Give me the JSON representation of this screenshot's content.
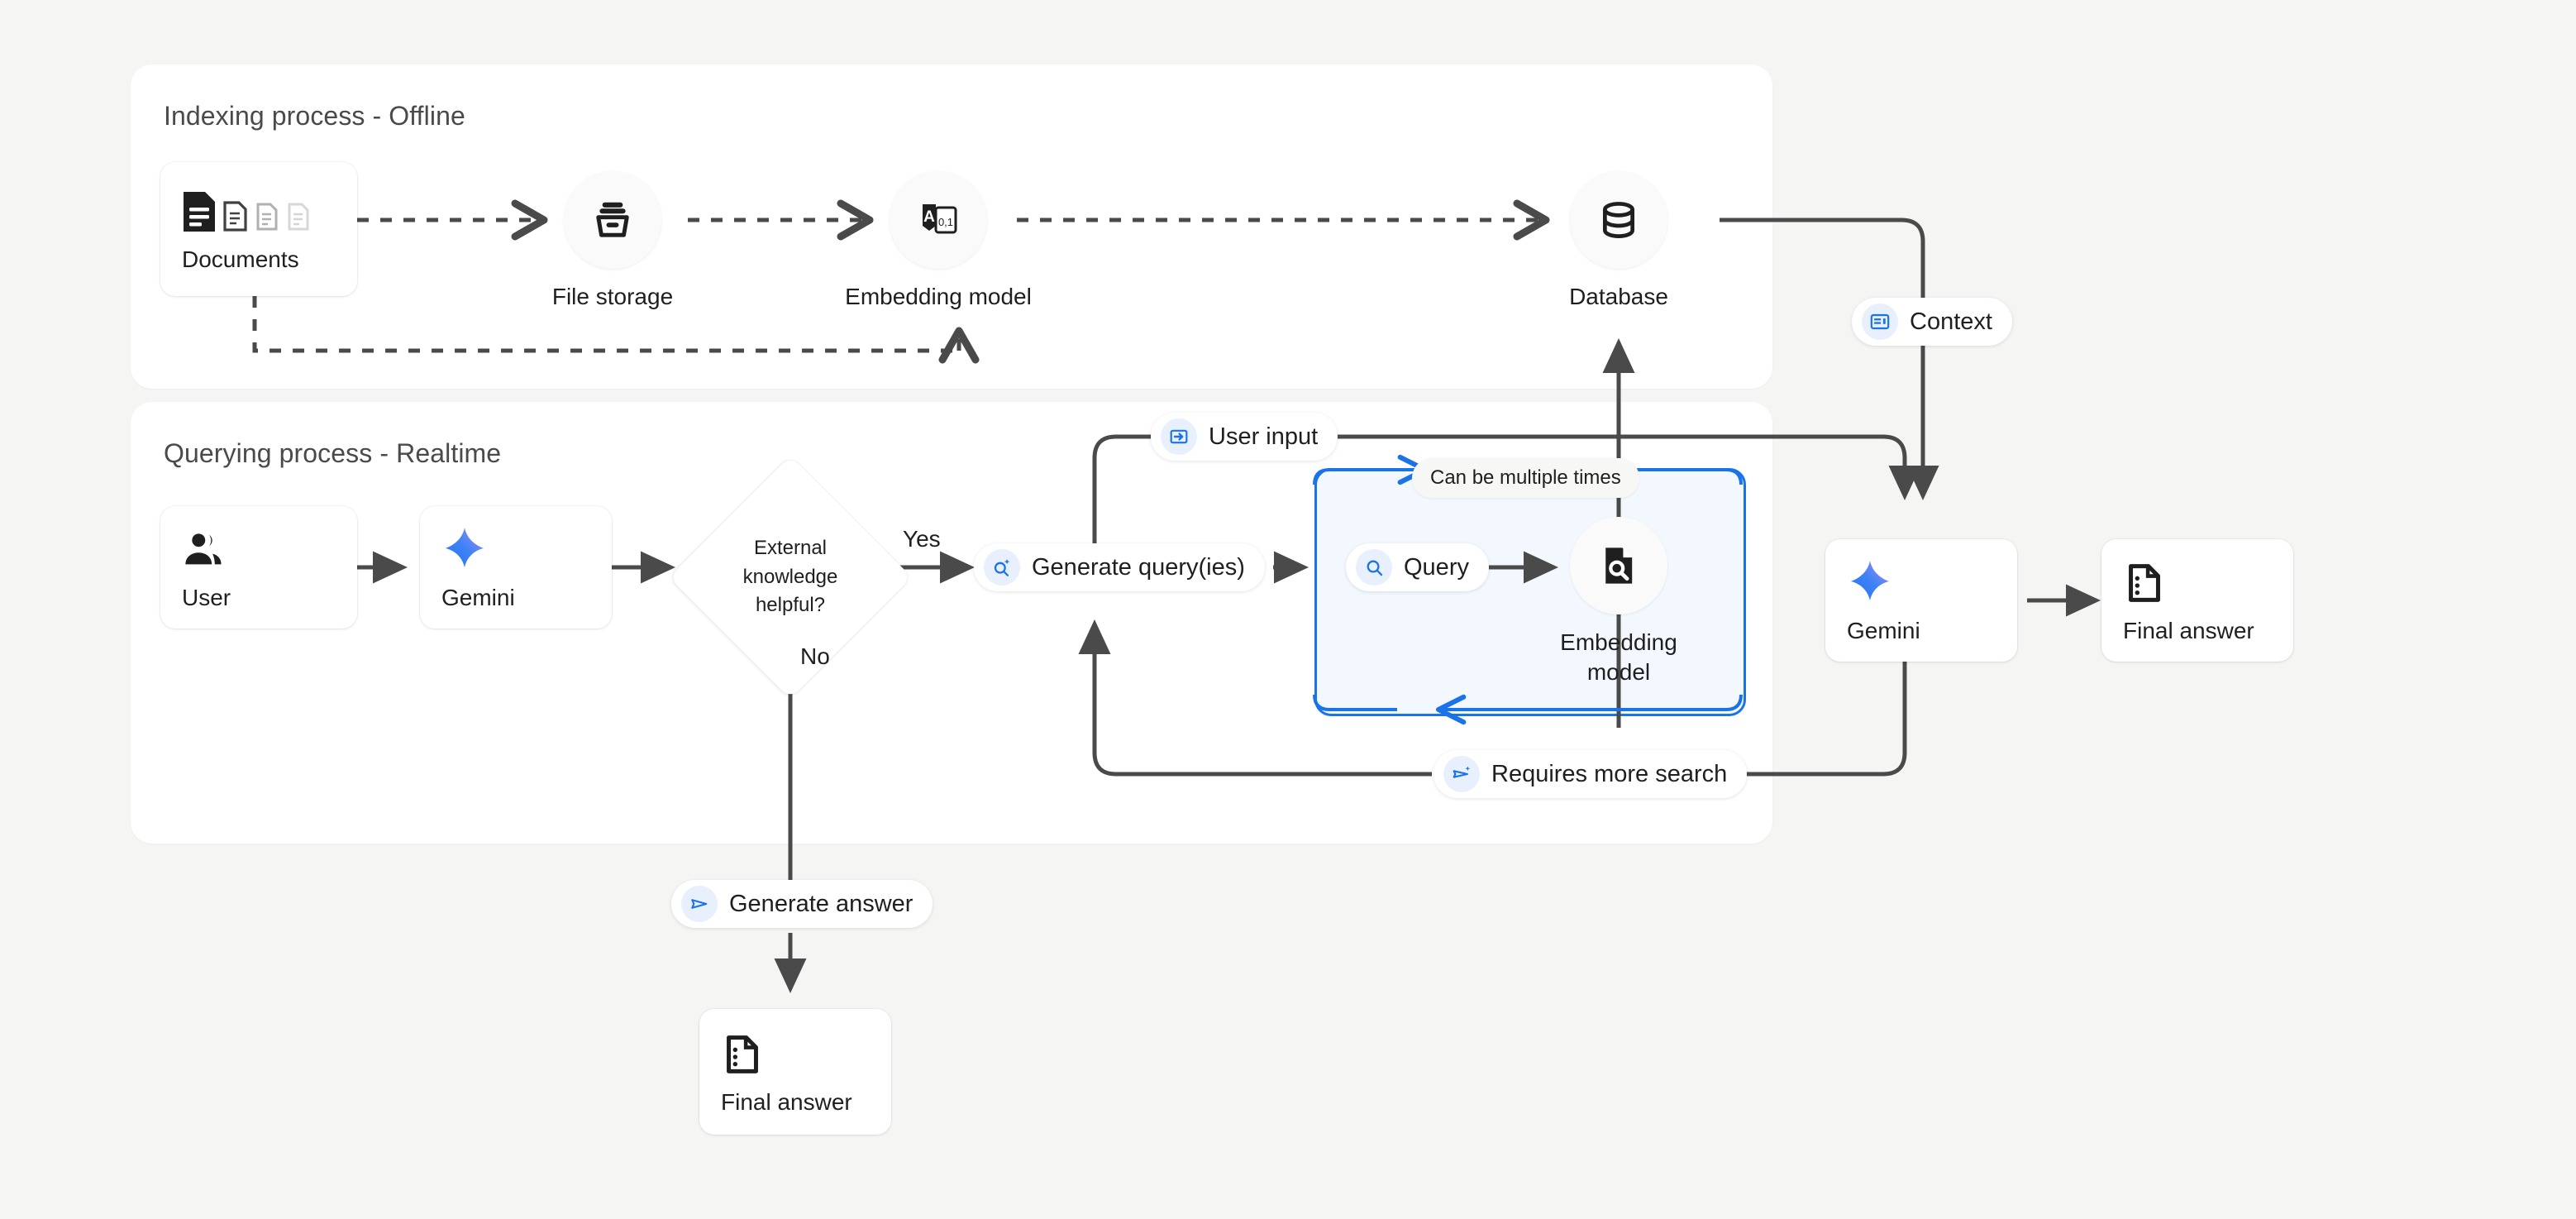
{
  "canvas": {
    "background": "#f5f5f4",
    "accent_blue": "#1a73e8",
    "line_color": "#4a4a4a"
  },
  "panels": [
    {
      "id": "indexing",
      "title": "Indexing process - Offline"
    },
    {
      "id": "querying",
      "title": "Querying process - Realtime"
    }
  ],
  "indexing": {
    "nodes": [
      {
        "id": "documents",
        "label": "Documents",
        "icon": "documents-stack-icon",
        "shape": "card"
      },
      {
        "id": "file-storage",
        "label": "File storage",
        "icon": "file-storage-icon",
        "shape": "circle"
      },
      {
        "id": "embedding-model",
        "label": "Embedding model",
        "icon": "text-to-vector-icon",
        "shape": "circle"
      },
      {
        "id": "database",
        "label": "Database",
        "icon": "database-icon",
        "shape": "circle"
      }
    ]
  },
  "querying": {
    "nodes": [
      {
        "id": "user",
        "label": "User",
        "icon": "people-icon",
        "shape": "card"
      },
      {
        "id": "gemini-left",
        "label": "Gemini",
        "icon": "gemini-star-icon",
        "shape": "card"
      },
      {
        "id": "decision",
        "label": "External knowledge helpful?",
        "label_lines": [
          "External",
          "knowledge",
          "helpful?"
        ],
        "shape": "diamond"
      },
      {
        "id": "embedding-model-query",
        "label": "Embedding model",
        "label_lines": [
          "Embedding",
          "model"
        ],
        "icon": "document-search-icon",
        "shape": "circle"
      },
      {
        "id": "gemini-right",
        "label": "Gemini",
        "icon": "gemini-star-icon",
        "shape": "card"
      },
      {
        "id": "final-answer-right",
        "label": "Final answer",
        "icon": "answer-doc-icon",
        "shape": "card"
      }
    ]
  },
  "final_answer_bottom": {
    "label": "Final answer",
    "icon": "answer-doc-icon"
  },
  "chips": [
    {
      "id": "context",
      "label": "Context",
      "icon": "context-block-icon"
    },
    {
      "id": "user-input",
      "label": "User input",
      "icon": "input-arrow-icon"
    },
    {
      "id": "generate-queries",
      "label": "Generate query(ies)",
      "icon": "search-sparkle-icon"
    },
    {
      "id": "query",
      "label": "Query",
      "icon": "search-icon"
    },
    {
      "id": "requires-more-search",
      "label": "Requires more search",
      "icon": "send-sparkle-icon"
    },
    {
      "id": "generate-answer",
      "label": "Generate answer",
      "icon": "send-icon"
    },
    {
      "id": "can-be-multiple-times",
      "label": "Can be multiple times",
      "icon": null
    }
  ],
  "edge_labels": [
    {
      "id": "yes",
      "label": "Yes"
    },
    {
      "id": "no",
      "label": "No"
    }
  ]
}
